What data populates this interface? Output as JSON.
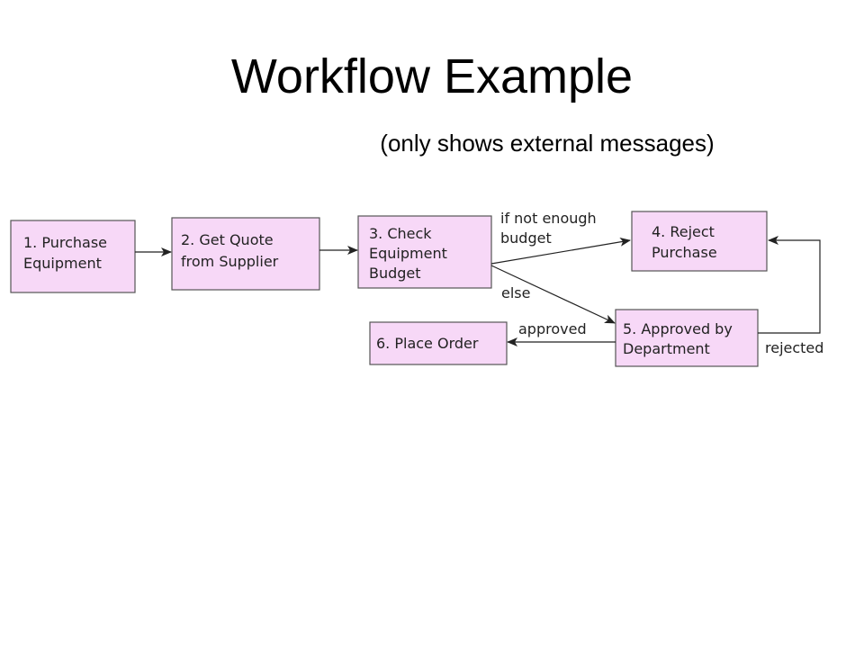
{
  "title": "Workflow Example",
  "subtitle": "(only shows external messages)",
  "nodes": {
    "purchase_equipment": {
      "line1": "1. Purchase",
      "line2": "Equipment"
    },
    "get_quote": {
      "line1": "2. Get Quote",
      "line2": "from Supplier"
    },
    "check_budget": {
      "line1": "3. Check",
      "line2": "Equipment",
      "line3": "Budget"
    },
    "reject_purchase": {
      "line1": "4. Reject",
      "line2": "Purchase"
    },
    "approved_by_department": {
      "line1": "5. Approved by",
      "line2": "Department"
    },
    "place_order": {
      "line1": "6. Place Order"
    }
  },
  "edges": {
    "if_not_enough_budget": {
      "line1": "if not enough",
      "line2": "budget"
    },
    "else": "else",
    "approved": "approved",
    "rejected": "rejected"
  },
  "colors": {
    "node_fill": "#f7d8f7",
    "node_border": "#555555",
    "line": "#222222"
  }
}
